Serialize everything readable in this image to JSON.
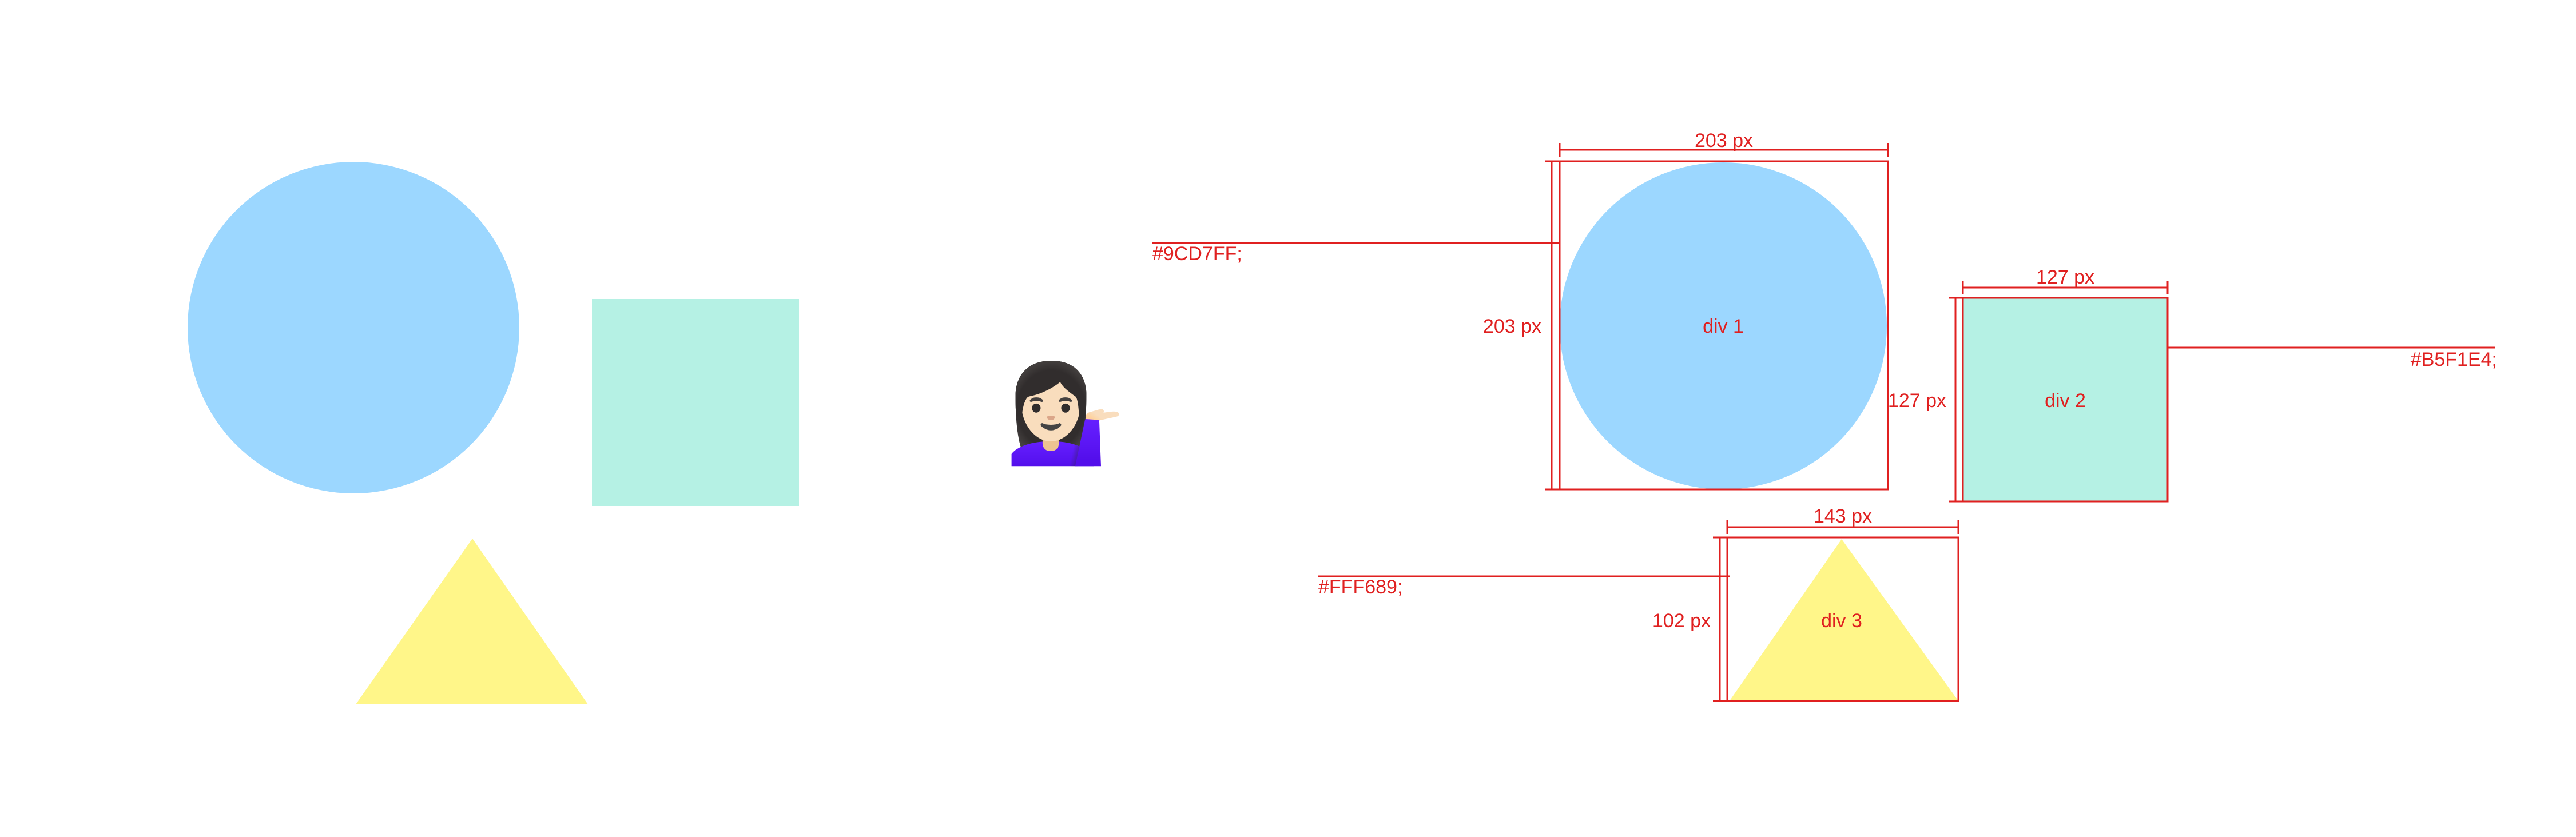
{
  "colors": {
    "circle": "#9CD7FF",
    "square": "#B5F1E4",
    "triangle": "#FFF689",
    "annotation": "#E02020"
  },
  "icons": {
    "person": "person-tipping-hand-icon",
    "person_glyph": "💁🏻‍♀️"
  },
  "spec": {
    "div1": {
      "label": "div 1",
      "width_label": "203 px",
      "height_label": "203 px",
      "color_label": "#9CD7FF;"
    },
    "div2": {
      "label": "div 2",
      "width_label": "127 px",
      "height_label": "127 px",
      "color_label": "#B5F1E4;"
    },
    "div3": {
      "label": "div 3",
      "width_label": "143 px",
      "height_label": "102 px",
      "color_label": "#FFF689;"
    }
  }
}
